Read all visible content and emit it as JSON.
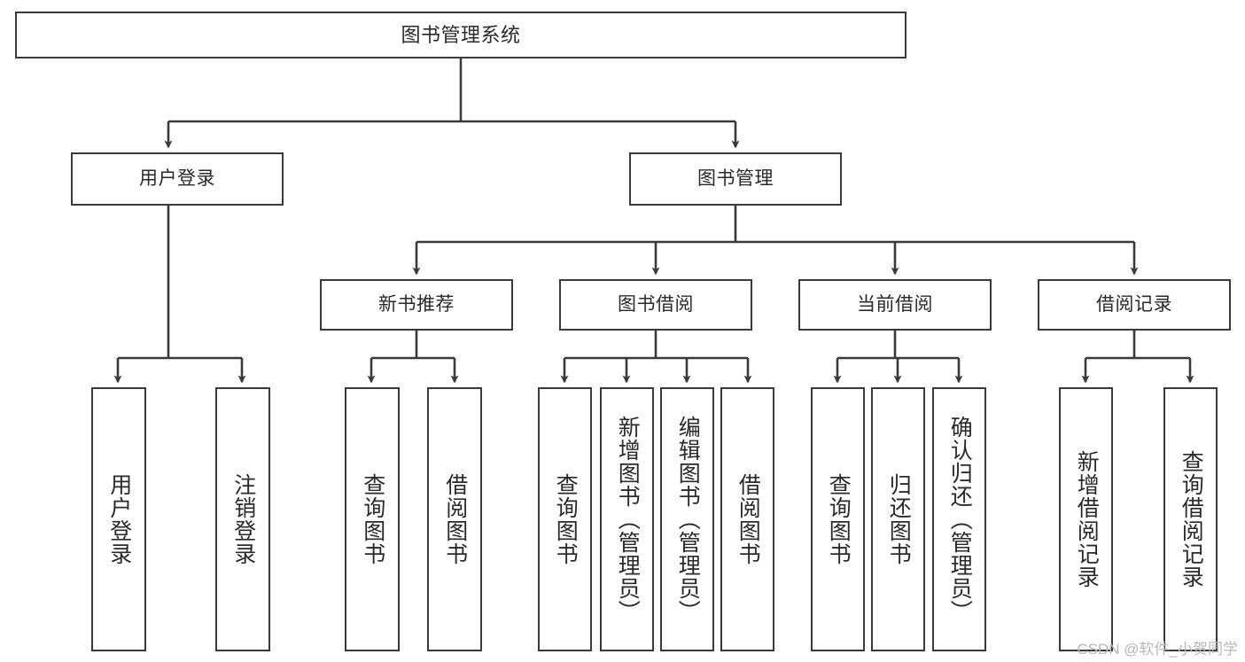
{
  "diagram": {
    "title": "图书管理系统",
    "type": "tree-hierarchy",
    "watermark": "CSDN @软件_小贺同学",
    "colors": {
      "background": "#ffffff",
      "border": "#3a3a3a",
      "text": "#2a2a2a",
      "connector": "#3a3a3a",
      "watermark": "#b8b8b8"
    },
    "root": {
      "label": "图书管理系统"
    },
    "level2": [
      {
        "label": "用户登录"
      },
      {
        "label": "图书管理"
      }
    ],
    "level3": [
      {
        "label": "新书推荐"
      },
      {
        "label": "图书借阅"
      },
      {
        "label": "当前借阅"
      },
      {
        "label": "借阅记录"
      }
    ],
    "leaves": {
      "user_login": [
        {
          "label": "用户登录"
        },
        {
          "label": "注销登录"
        }
      ],
      "new_book_recommend": [
        {
          "label": "查询图书"
        },
        {
          "label": "借阅图书"
        }
      ],
      "book_borrow": [
        {
          "label": "查询图书"
        },
        {
          "label": "新增图书（管理员）"
        },
        {
          "label": "编辑图书（管理员）"
        },
        {
          "label": "借阅图书"
        }
      ],
      "current_borrow": [
        {
          "label": "查询图书"
        },
        {
          "label": "归还图书"
        },
        {
          "label": "确认归还（管理员）"
        }
      ],
      "borrow_record": [
        {
          "label": "新增借阅记录"
        },
        {
          "label": "查询借阅记录"
        }
      ]
    }
  }
}
